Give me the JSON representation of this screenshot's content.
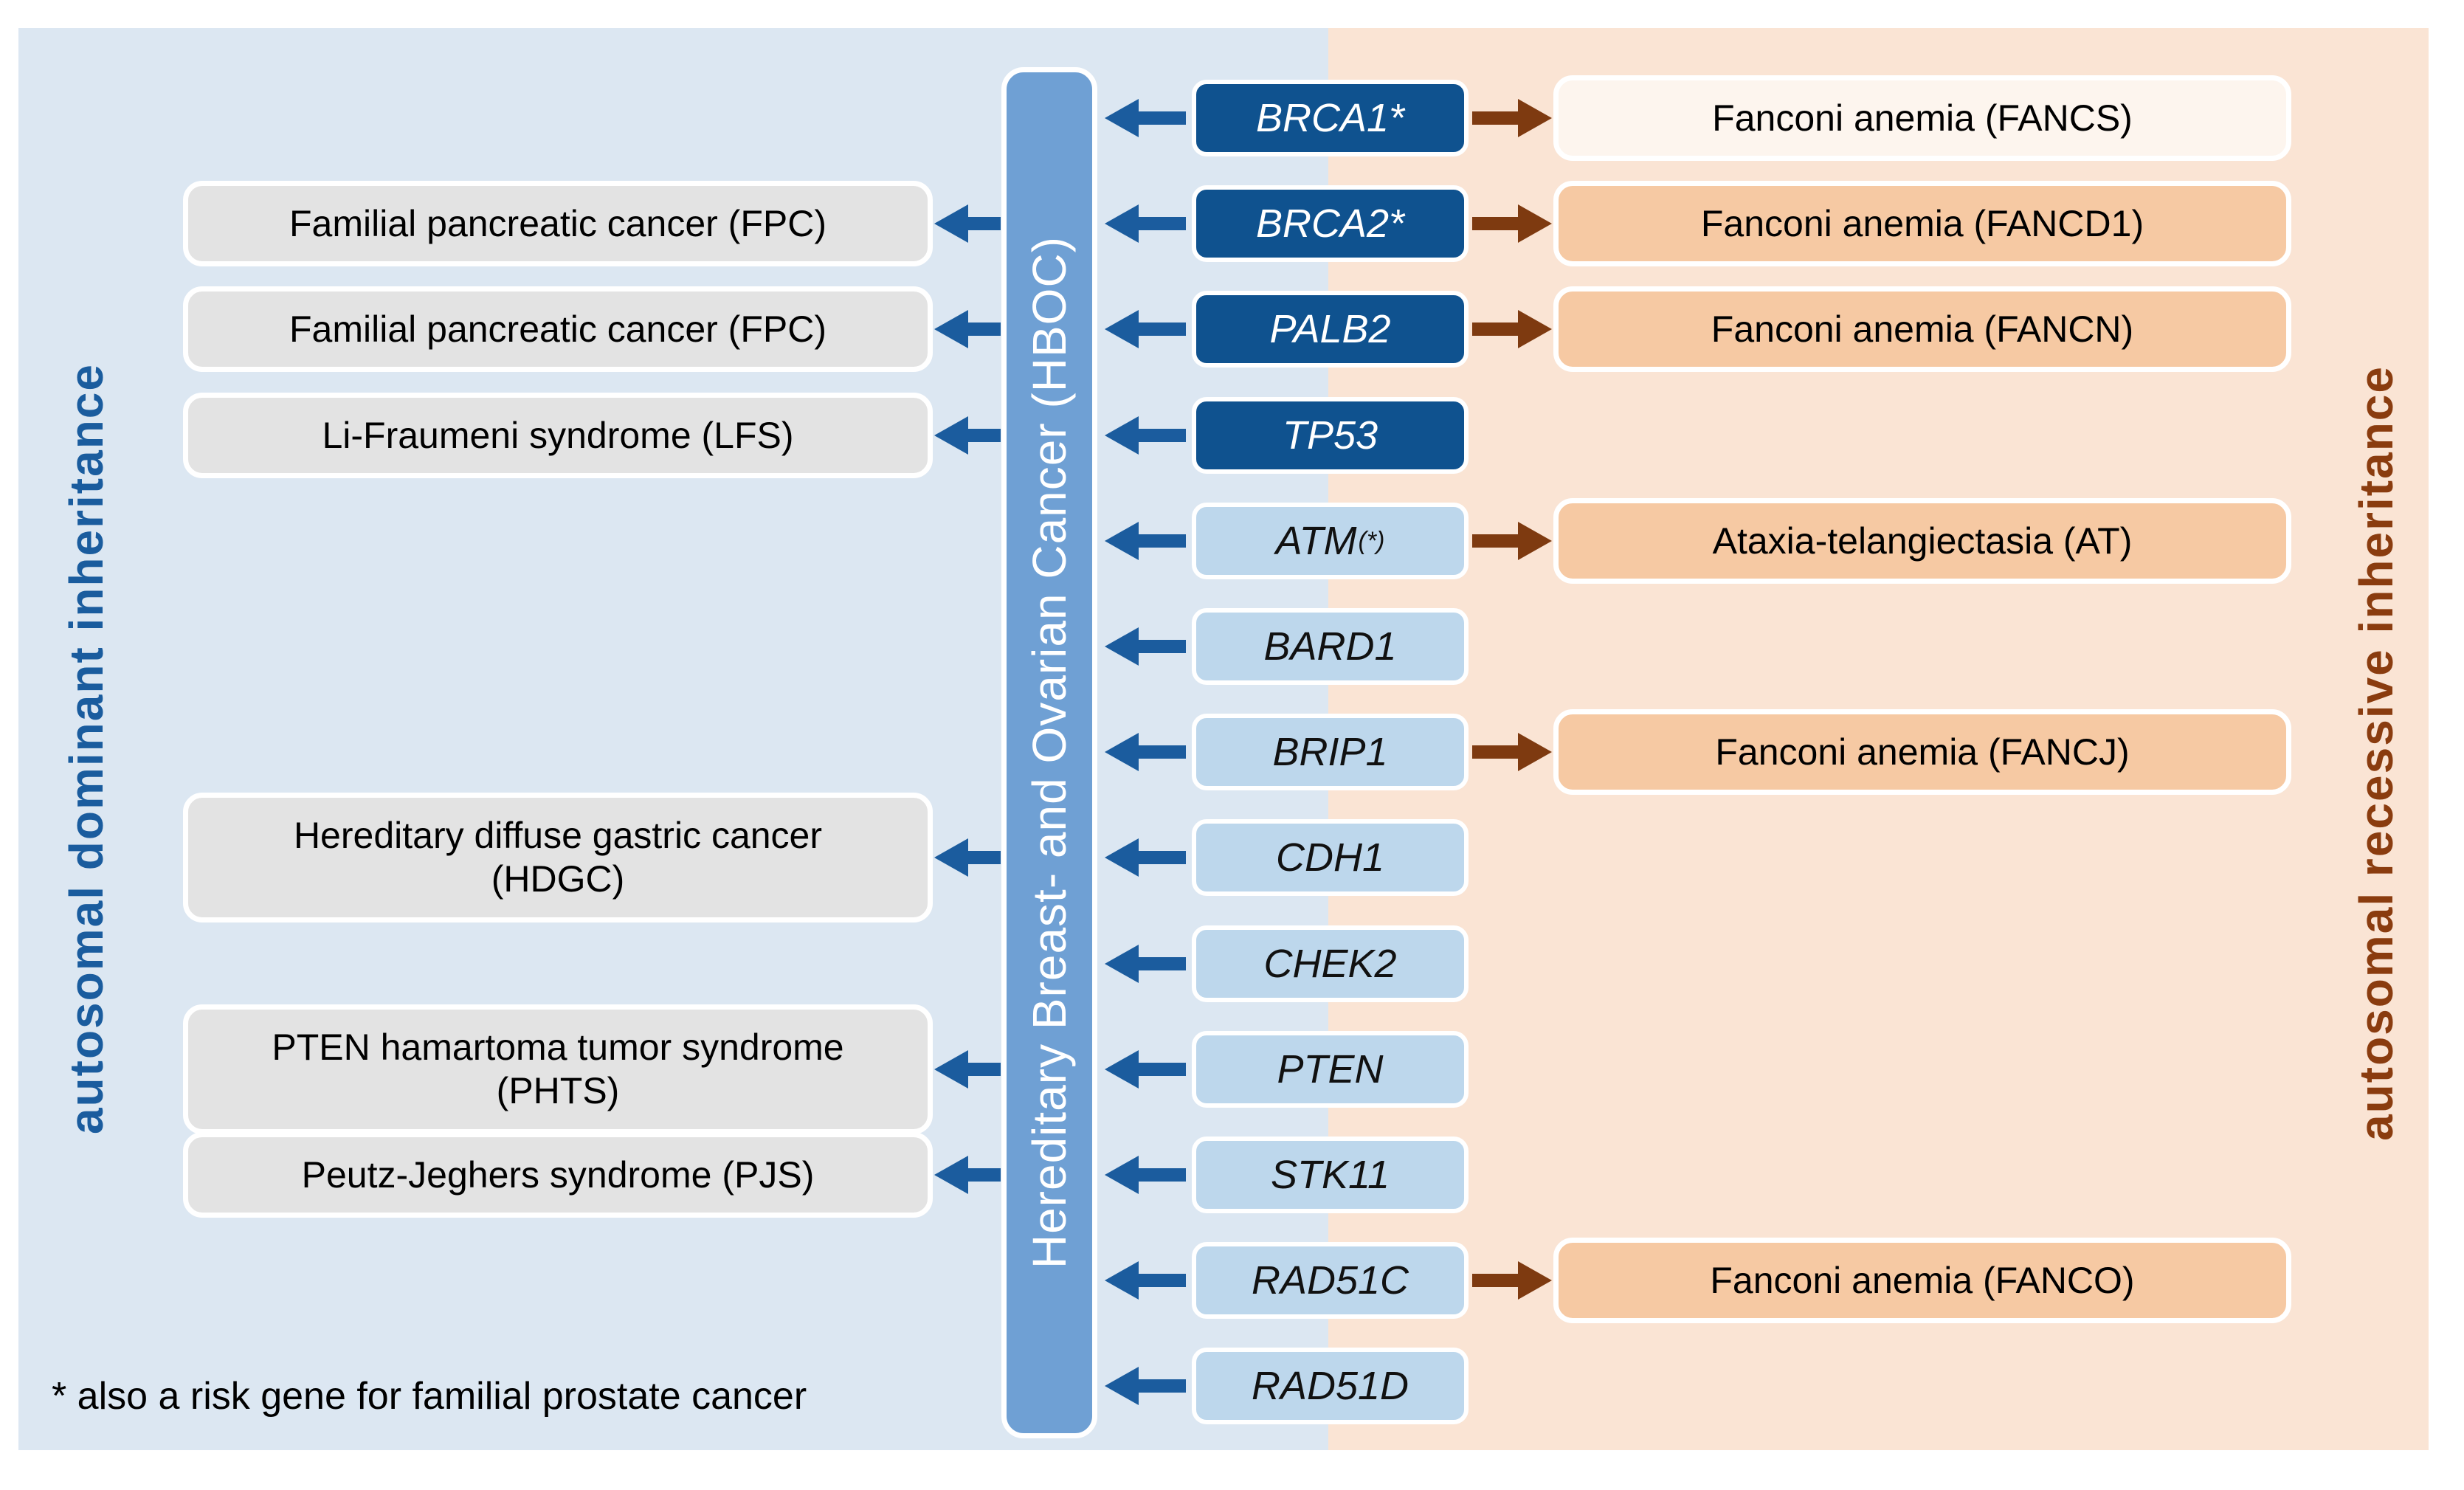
{
  "diagram": {
    "hub_label": "Hereditary Breast- and Ovarian Cancer (HBOC)",
    "left_heading": "autosomal dominant inheritance",
    "right_heading": "autosomal recessive inheritance",
    "footnote": "* also a risk gene for familial prostate cancer"
  },
  "genes": [
    {
      "label": "BRCA1*",
      "style": "dark"
    },
    {
      "label": "BRCA2*",
      "style": "dark"
    },
    {
      "label": "PALB2",
      "style": "dark"
    },
    {
      "label": "TP53",
      "style": "dark"
    },
    {
      "label": "ATM",
      "sup": "(*)",
      "style": "light"
    },
    {
      "label": "BARD1",
      "style": "light"
    },
    {
      "label": "BRIP1",
      "style": "light"
    },
    {
      "label": "CDH1",
      "style": "light"
    },
    {
      "label": "CHEK2",
      "style": "light"
    },
    {
      "label": "PTEN",
      "style": "light"
    },
    {
      "label": "STK11",
      "style": "light"
    },
    {
      "label": "RAD51C",
      "style": "light"
    },
    {
      "label": "RAD51D",
      "style": "light"
    }
  ],
  "left_conditions": [
    {
      "text": "Familial pancreatic cancer (FPC)",
      "linked_gene": "BRCA2*"
    },
    {
      "text": "Familial pancreatic cancer (FPC)",
      "linked_gene": "PALB2"
    },
    {
      "text": "Li-Fraumeni syndrome (LFS)",
      "linked_gene": "TP53"
    },
    {
      "text": "Hereditary diffuse gastric cancer\n(HDGC)",
      "linked_gene": "CDH1"
    },
    {
      "text": "PTEN hamartoma tumor syndrome\n(PHTS)",
      "linked_gene": "PTEN"
    },
    {
      "text": "Peutz-Jeghers syndrome (PJS)",
      "linked_gene": "STK11"
    }
  ],
  "right_conditions": [
    {
      "text": "Fanconi anemia (FANCS)",
      "linked_gene": "BRCA1*"
    },
    {
      "text": "Fanconi anemia (FANCD1)",
      "linked_gene": "BRCA2*"
    },
    {
      "text": "Fanconi anemia (FANCN)",
      "linked_gene": "PALB2"
    },
    {
      "text": "Ataxia-telangiectasia (AT)",
      "linked_gene": "ATM"
    },
    {
      "text": "Fanconi anemia (FANCJ)",
      "linked_gene": "BRIP1"
    },
    {
      "text": "Fanconi anemia (FANCO)",
      "linked_gene": "RAD51C"
    }
  ],
  "colors": {
    "left_background": "#dce7f2",
    "right_background": "#fae4d4",
    "dark_gene_box": "#0f528f",
    "light_gene_box": "#bdd7ec",
    "hub_bar": "#6fa0d4",
    "left_condition_box": "#e3e3e3",
    "right_condition_box": "#f6c9a3",
    "right_condition_box_pale": "#fdf5ee",
    "blue_arrow": "#1b5c9e",
    "brown_arrow": "#7e3a10",
    "left_heading_text": "#1a5c9e",
    "right_heading_text": "#8a3c0f"
  }
}
